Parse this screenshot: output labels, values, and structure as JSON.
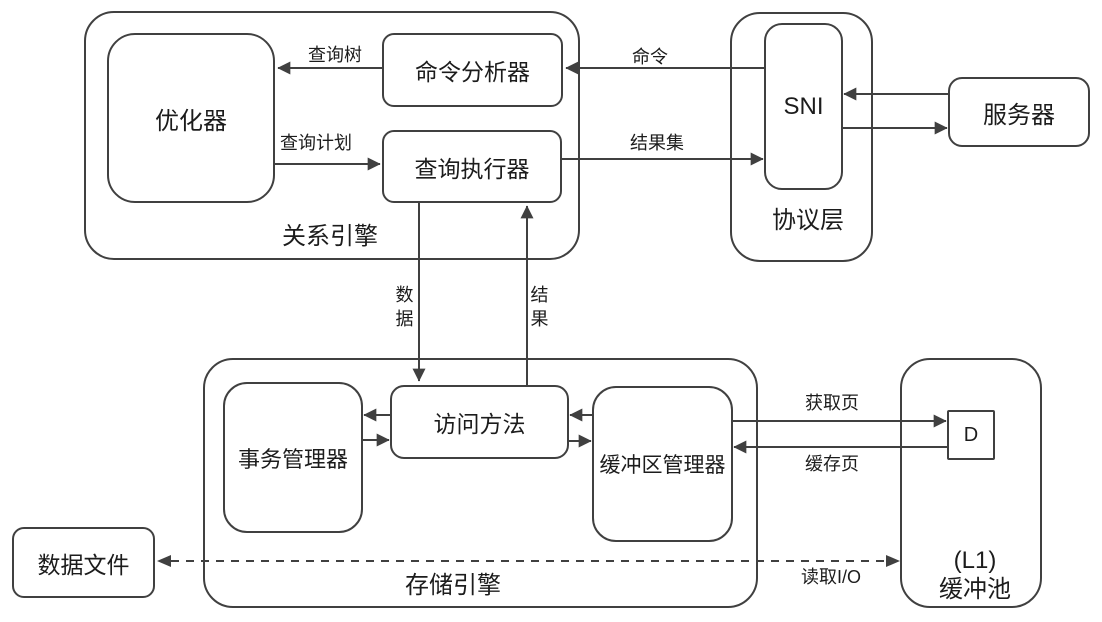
{
  "diagram": {
    "background": "#ffffff",
    "stroke_color": "#404040",
    "text_color": "#1c1c1c",
    "containers": {
      "relational_engine": {
        "label": "关系引擎"
      },
      "protocol_layer": {
        "label": "协议层"
      },
      "storage_engine": {
        "label": "存储引擎"
      },
      "buffer_pool": {
        "label": "(L1)\n缓冲池"
      }
    },
    "nodes": {
      "optimizer": {
        "label": "优化器"
      },
      "command_parser": {
        "label": "命令分析器"
      },
      "query_executor": {
        "label": "查询执行器"
      },
      "sni": {
        "label": "SNI"
      },
      "server": {
        "label": "服务器"
      },
      "transaction_manager": {
        "label": "事务管理器"
      },
      "access_methods": {
        "label": "访问方法"
      },
      "buffer_manager": {
        "label": "缓冲区管理器"
      },
      "data_file": {
        "label": "数据文件"
      },
      "page_d": {
        "label": "D"
      }
    },
    "edge_labels": {
      "query_tree": "查询树",
      "query_plan": "查询计划",
      "command": "命令",
      "result_set": "结果集",
      "data": "数据",
      "result": "结果",
      "fetch_page": "获取页",
      "cache_page": "缓存页",
      "read_io": "读取I/O"
    }
  }
}
